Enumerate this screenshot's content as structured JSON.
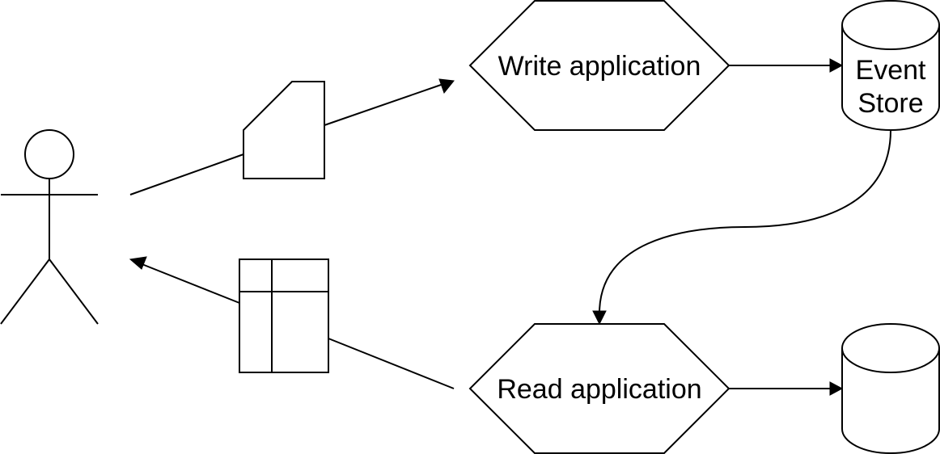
{
  "diagram": {
    "nodes": {
      "write_app": {
        "label": "Write application",
        "shape": "hexagon"
      },
      "event_store": {
        "label_line1": "Event",
        "label_line2": "Store",
        "shape": "cylinder"
      },
      "read_app": {
        "label": "Read application",
        "shape": "hexagon"
      },
      "read_store": {
        "label": "",
        "shape": "cylinder"
      },
      "user": {
        "label": "",
        "shape": "stick-figure"
      },
      "command": {
        "label": "",
        "shape": "card"
      },
      "query_result": {
        "label": "",
        "shape": "table-icon"
      }
    },
    "edges": [
      {
        "from": "user",
        "to": "write_app",
        "via": "command"
      },
      {
        "from": "write_app",
        "to": "event_store"
      },
      {
        "from": "event_store",
        "to": "read_app"
      },
      {
        "from": "read_app",
        "to": "read_store"
      },
      {
        "from": "read_app",
        "to": "user",
        "via": "query_result"
      }
    ],
    "colors": {
      "stroke": "#000000",
      "fill": "#ffffff"
    }
  }
}
